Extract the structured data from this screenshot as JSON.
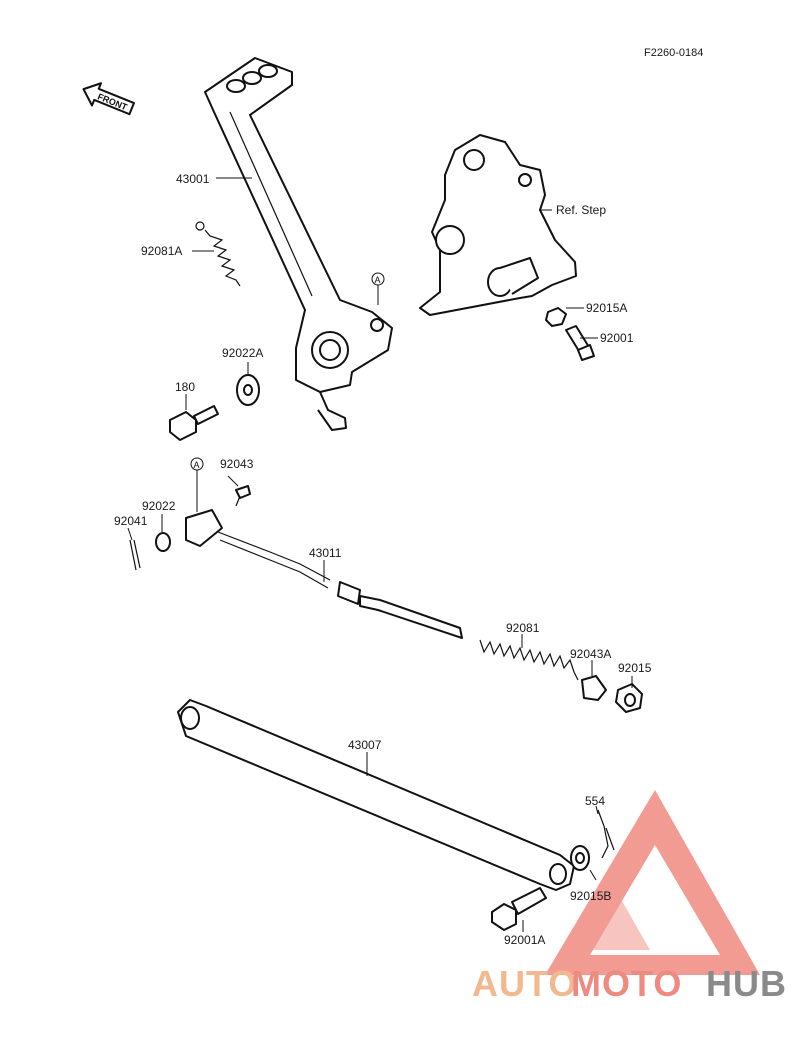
{
  "diagram": {
    "reference_code": "F2260-0184",
    "front_arrow_label": "FRONT",
    "callout_marker": "A",
    "parts": [
      {
        "id": "43001"
      },
      {
        "id": "92081A"
      },
      {
        "id": "92022A"
      },
      {
        "id": "180"
      },
      {
        "id": "Ref. Step"
      },
      {
        "id": "92015A"
      },
      {
        "id": "92001"
      },
      {
        "id": "92043"
      },
      {
        "id": "92022"
      },
      {
        "id": "92041"
      },
      {
        "id": "43011"
      },
      {
        "id": "92081"
      },
      {
        "id": "92043A"
      },
      {
        "id": "92015"
      },
      {
        "id": "43007"
      },
      {
        "id": "554"
      },
      {
        "id": "92015B"
      },
      {
        "id": "92001A"
      }
    ]
  },
  "watermark": {
    "part1": "AUTO",
    "part2": "MOTO",
    "part3": "HUB",
    "colors": {
      "auto": "#f2b88f",
      "moto": "#ef8a80",
      "hub": "#8a8a8a",
      "triangle": "#ef8a80"
    }
  }
}
